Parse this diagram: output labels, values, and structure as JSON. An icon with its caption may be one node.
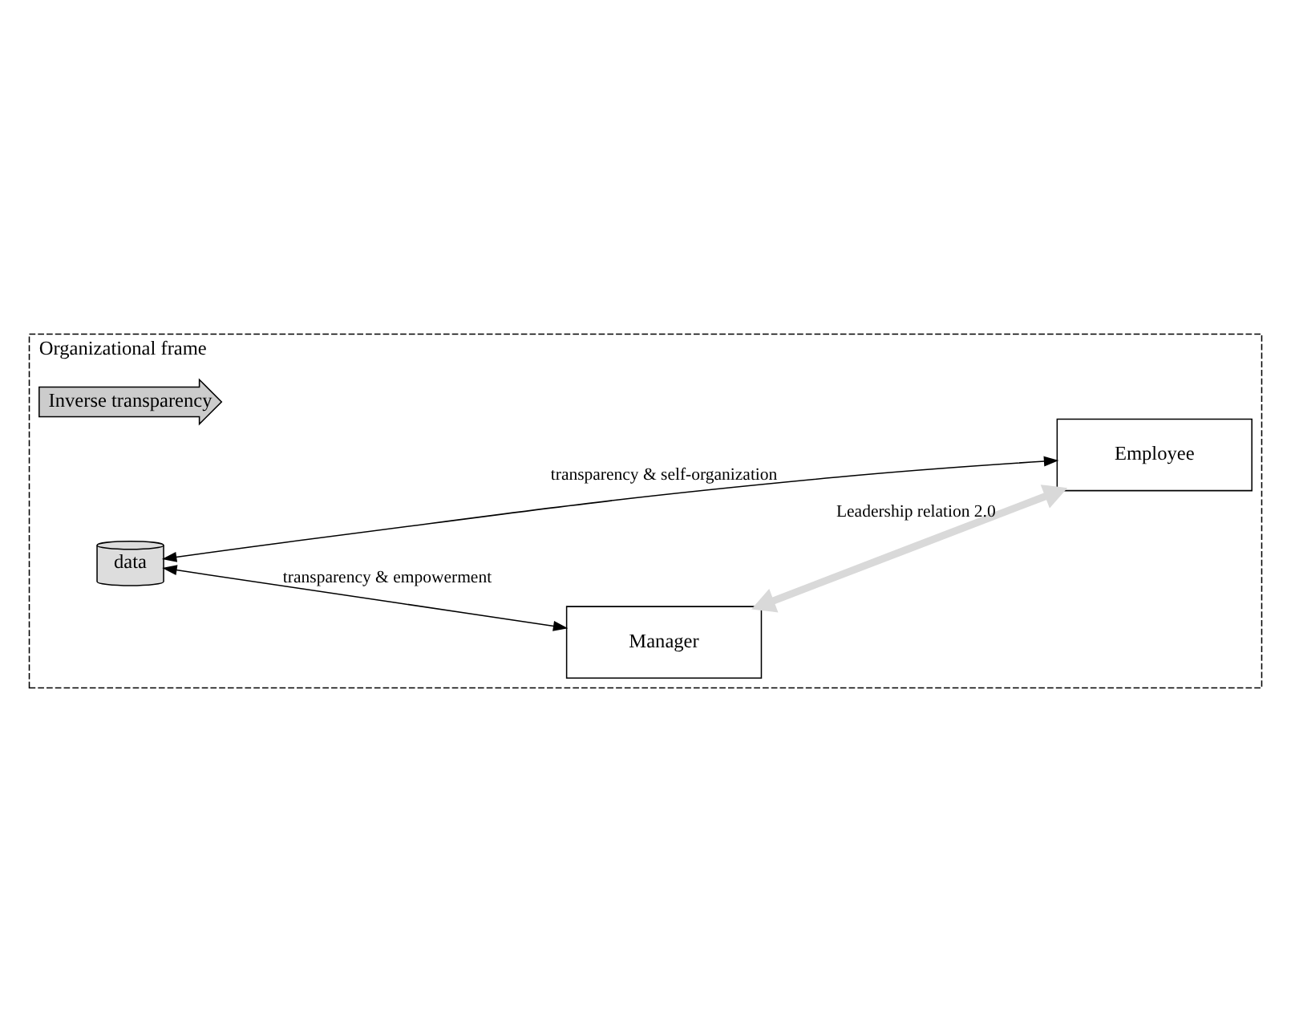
{
  "diagram": {
    "nodes": [
      {
        "text": [
          "Organizational frame"
        ]
      },
      {
        "text": [
          "Inverse transparency"
        ],
        "in": 0
      },
      {
        "text": [
          "data"
        ],
        "in": 0
      },
      {
        "text": [
          "Manager"
        ],
        "in": 0
      },
      {
        "text": [
          "Employee"
        ],
        "in": 0
      }
    ],
    "edges": [
      {
        "from": 2,
        "to": 3,
        "arrow": "both",
        "label": "transparency & empowerment"
      },
      {
        "from": 2,
        "to": 4,
        "arrow": "both",
        "label": "transparency & self-organization"
      },
      {
        "from": 3,
        "to": 4,
        "arrow": "both",
        "label": "Leadership relation 2.0",
        "style": "thick",
        "color": "#d9d9d9"
      }
    ]
  }
}
